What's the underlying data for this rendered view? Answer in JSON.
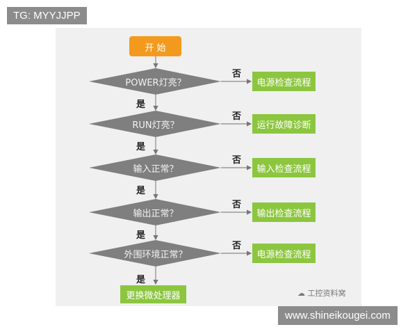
{
  "tags": {
    "top_left": "TG: MYYJJPP",
    "bottom_right": "www.shineikougei.com"
  },
  "flow": {
    "start": "开 始",
    "yes": "是",
    "no": "否",
    "decisions": [
      {
        "q": "POWER灯亮？",
        "no_action": "电源检查流程"
      },
      {
        "q": "RUN灯亮？",
        "no_action": "运行故障诊断"
      },
      {
        "q": "输入正常？",
        "no_action": "输入检查流程"
      },
      {
        "q": "输出正常？",
        "no_action": "输出检查流程"
      },
      {
        "q": "外围环境正常？",
        "no_action": "电源检查流程"
      }
    ],
    "end": "更换微处理器"
  },
  "watermark": "工控资料窝",
  "colors": {
    "start": "#f39a1e",
    "decision": "#7f7f7f",
    "action": "#8cc63f",
    "panel": "#f0f0f0"
  }
}
